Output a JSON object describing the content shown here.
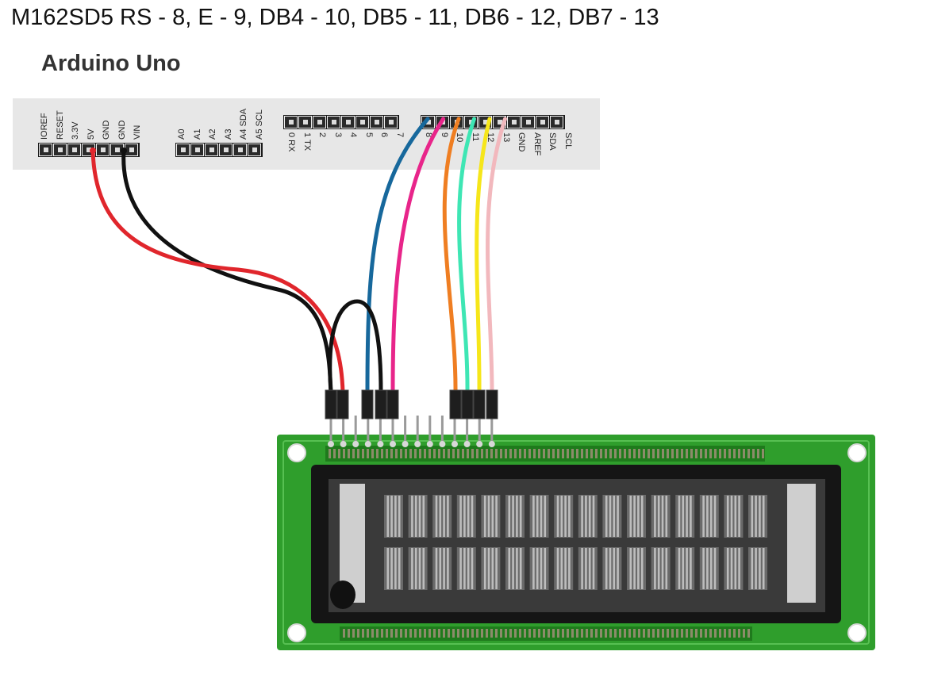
{
  "title": "M162SD5  RS - 8, E - 9, DB4 - 10, DB5 - 11, DB6 - 12, DB7 - 13",
  "board_name": "Arduino Uno",
  "power_header": [
    "IOREF",
    "RESET",
    "3.3V",
    "5V",
    "GND",
    "GND",
    "VIN"
  ],
  "analog_header": [
    "A0",
    "A1",
    "A2",
    "A3",
    "A4 SDA",
    "A5 SCL"
  ],
  "digital_low_header": [
    "0 RX",
    "1 TX",
    "2",
    "3",
    "4",
    "5",
    "6",
    "7"
  ],
  "digital_high_header": [
    "8",
    "9",
    "10",
    "11",
    "12",
    "13",
    "GND",
    "AREF",
    "SDA",
    "SCL"
  ],
  "wires": [
    {
      "from": "GND",
      "to": "lcd-pin-1",
      "color": "#111111"
    },
    {
      "from": "5V",
      "to": "lcd-pin-2",
      "color": "#e0262c"
    },
    {
      "from": "8",
      "to": "lcd-pin-4",
      "color": "#17689c"
    },
    {
      "from": "GND",
      "to": "lcd-pin-5",
      "color": "#111111"
    },
    {
      "from": "9",
      "to": "lcd-pin-6",
      "color": "#e8258a"
    },
    {
      "from": "10",
      "to": "lcd-pin-11",
      "color": "#ef7e22"
    },
    {
      "from": "11",
      "to": "lcd-pin-12",
      "color": "#3ee6b4"
    },
    {
      "from": "12",
      "to": "lcd-pin-13",
      "color": "#f6e61a"
    },
    {
      "from": "13",
      "to": "lcd-pin-14",
      "color": "#f2b8bd"
    }
  ],
  "colors": {
    "pcb": "#2f9e2c",
    "display_frame": "#151515",
    "display_glass": "#3d3d3d",
    "segment": "#bdbdbd",
    "header_strip": "#e7e7e7"
  }
}
